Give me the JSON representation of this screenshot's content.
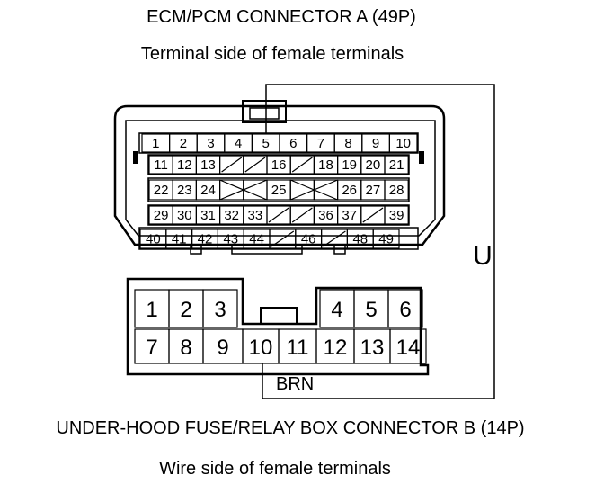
{
  "connector_a": {
    "title": "ECM/PCM CONNECTOR A (49P)",
    "subtitle": "Terminal side of female terminals",
    "rows": [
      [
        "1",
        "2",
        "3",
        "4",
        "5",
        "6",
        "7",
        "8",
        "9",
        "10"
      ],
      [
        "11",
        "12",
        "13",
        "",
        "",
        "16",
        "",
        "18",
        "19",
        "20",
        "21"
      ],
      [
        "22",
        "23",
        "24",
        "",
        "",
        "25",
        "",
        "",
        "26",
        "27",
        "28"
      ],
      [
        "29",
        "30",
        "31",
        "32",
        "33",
        "",
        "",
        "36",
        "37",
        "",
        "39"
      ],
      [
        "40",
        "41",
        "42",
        "43",
        "44",
        "",
        "46",
        "",
        "48",
        "49"
      ]
    ]
  },
  "connector_b": {
    "title": "UNDER-HOOD FUSE/RELAY BOX CONNECTOR B (14P)",
    "subtitle": "Wire side of female terminals",
    "rows": [
      [
        "1",
        "2",
        "3",
        "",
        "",
        "4",
        "5",
        "6"
      ],
      [
        "7",
        "8",
        "9",
        "10",
        "11",
        "12",
        "13",
        "14"
      ]
    ]
  },
  "wire": {
    "color_label": "BRN",
    "connector_symbol": "U"
  }
}
